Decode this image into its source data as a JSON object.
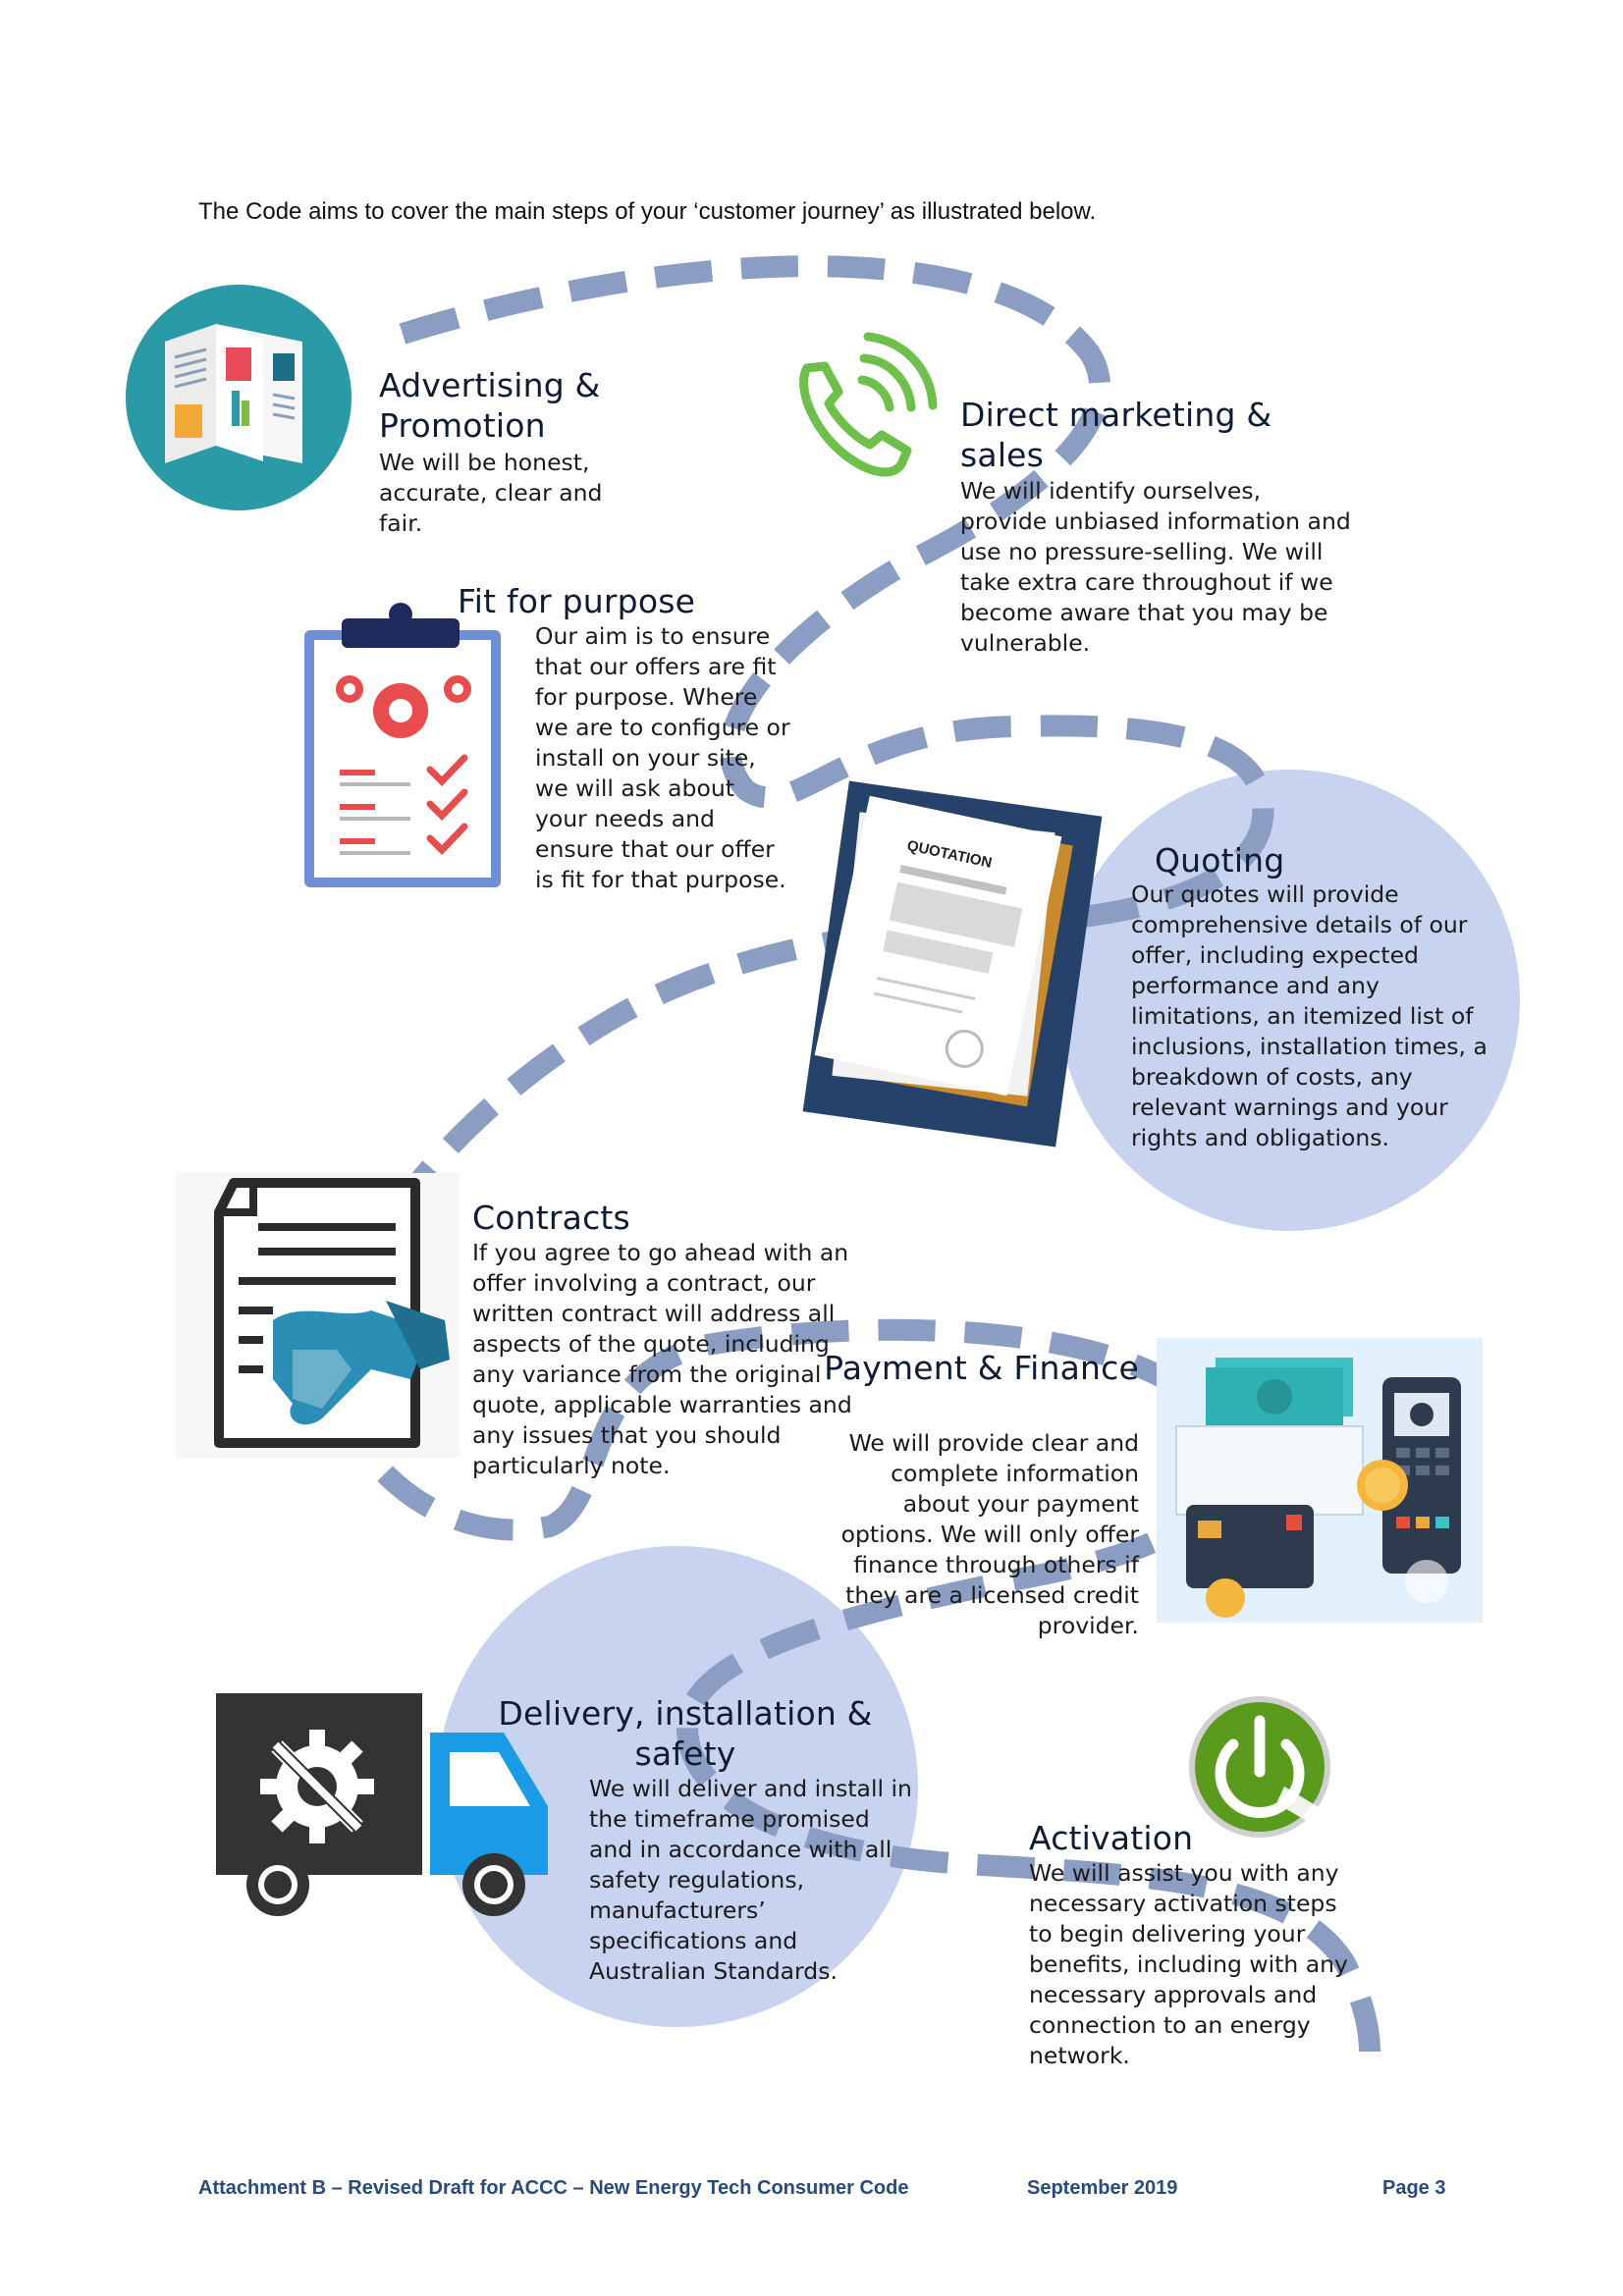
{
  "intro": "The Code aims to cover the main steps of your ‘customer journey’ as illustrated below.",
  "steps": {
    "advertising": {
      "title": "Advertising & Promotion",
      "body": "We will be honest, accurate, clear and fair."
    },
    "direct_marketing": {
      "title": "Direct marketing & sales",
      "body": "We will identify ourselves, provide unbiased information and use no pressure-selling.  We will take extra care throughout if we become aware that you may be vulnerable."
    },
    "fit_for_purpose": {
      "title": "Fit for purpose",
      "body": "Our aim is to ensure that our offers are fit for purpose. Where we are to configure or install on your site, we will ask about your needs and ensure that our offer is fit for that purpose."
    },
    "quoting": {
      "title": "Quoting",
      "body": "Our quotes will provide comprehensive details of our offer, including expected performance and any limitations, an itemized list of inclusions, installation times, a breakdown of costs, any relevant warnings and your rights and obligations."
    },
    "contracts": {
      "title": "Contracts",
      "body": "If you agree to go ahead with an offer involving a contract, our written contract will address all aspects of the quote, including any variance from the original quote, applicable warranties and any issues that you should particularly note."
    },
    "payment": {
      "title": "Payment & Finance",
      "body": "We will provide clear and complete information about your payment options. We will only offer finance through others if they are a licensed credit provider."
    },
    "delivery": {
      "title": "Delivery, installation & safety",
      "body": "We will deliver and install in the timeframe promised and in accordance with all safety regulations, manufacturers’ specifications and Australian Standards."
    },
    "activation": {
      "title": "Activation",
      "body": "We will assist you with  any necessary activation steps to begin delivering your benefits, including with any necessary approvals and connection to an energy network."
    }
  },
  "icons": {
    "advertising": "brochure-icon",
    "direct_marketing": "phone-icon",
    "fit_for_purpose": "clipboard-checklist-icon",
    "quoting": "quotation-document-icon",
    "quotation_label": "QUOTATION",
    "contracts": "contract-handshake-icon",
    "payment": "payment-cards-money-icon",
    "delivery": "delivery-truck-icon",
    "activation": "power-button-icon"
  },
  "colors": {
    "path": "#8b9dc3",
    "circle_fill": "#c7d3ef",
    "heading": "#0d1b33",
    "footer": "#2a4a7a"
  },
  "footer": {
    "left": "Attachment B – Revised Draft for ACCC – New Energy Tech Consumer Code",
    "center": "September 2019",
    "right": "Page 3"
  }
}
